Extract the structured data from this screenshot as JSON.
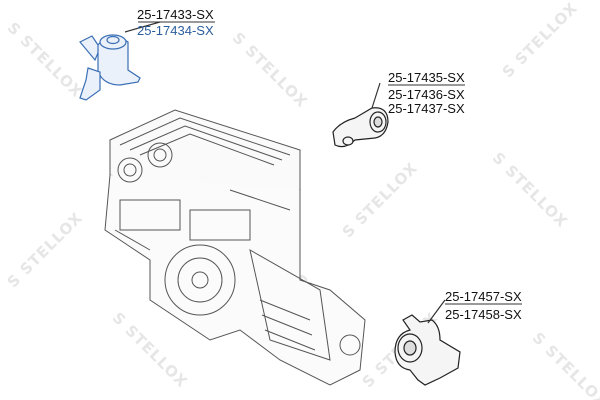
{
  "watermark": {
    "text": "STELLOX",
    "color": "#e6e6e6"
  },
  "parts": [
    {
      "group": "top-left",
      "numbers": [
        "25-17433-SX",
        "25-17434-SX"
      ],
      "highlight_color": "#2b5d9c"
    },
    {
      "group": "middle-right",
      "numbers": [
        "25-17435-SX",
        "25-17436-SX",
        "25-17437-SX"
      ]
    },
    {
      "group": "bottom-right",
      "numbers": [
        "25-17457-SX",
        "25-17458-SX"
      ]
    }
  ],
  "colors": {
    "part_stroke": "#3a6fb5",
    "part_fill": "#eaf1fb",
    "line": "#222222"
  }
}
